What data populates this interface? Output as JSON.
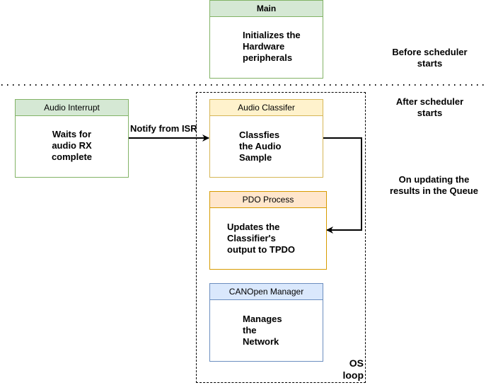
{
  "nodes": {
    "main": {
      "title": "Main",
      "body": "Initializes the Hardware peripherals",
      "lines": [
        "Initializes the",
        "Hardware",
        "peripherals"
      ]
    },
    "audio_interrupt": {
      "title": "Audio Interrupt",
      "lines": [
        "Waits for",
        "audio RX",
        "complete"
      ]
    },
    "audio_classifier": {
      "title": "Audio Classifer",
      "lines": [
        "Classfies",
        "the Audio",
        "Sample"
      ]
    },
    "pdo_process": {
      "title": "PDO Process",
      "lines": [
        "Updates the",
        "Classifier's",
        "output to TPDO"
      ]
    },
    "canopen_manager": {
      "title": "CANOpen Manager",
      "lines": [
        "Manages",
        "the",
        "Network"
      ]
    }
  },
  "container": {
    "label_lines": [
      "OS",
      "loop"
    ]
  },
  "annotations": {
    "before": [
      "Before scheduler",
      "starts"
    ],
    "after": [
      "After scheduler",
      "starts"
    ],
    "queue": [
      "On updating the",
      "results in the Queue"
    ]
  },
  "edges": {
    "notify": {
      "label": "Notify from ISR",
      "from": "Audio Interrupt",
      "to": "Audio Classifer"
    },
    "queue": {
      "from": "Audio Classifer",
      "to": "PDO Process"
    }
  },
  "colors": {
    "green_fill": "#d5e8d4",
    "green_stroke": "#82b366",
    "yellow_fill": "#fff2cc",
    "yellow_stroke": "#d6b656",
    "orange_fill": "#ffe6cc",
    "orange_stroke": "#d79b00",
    "blue_fill": "#dae8fc",
    "blue_stroke": "#6c8ebf"
  }
}
